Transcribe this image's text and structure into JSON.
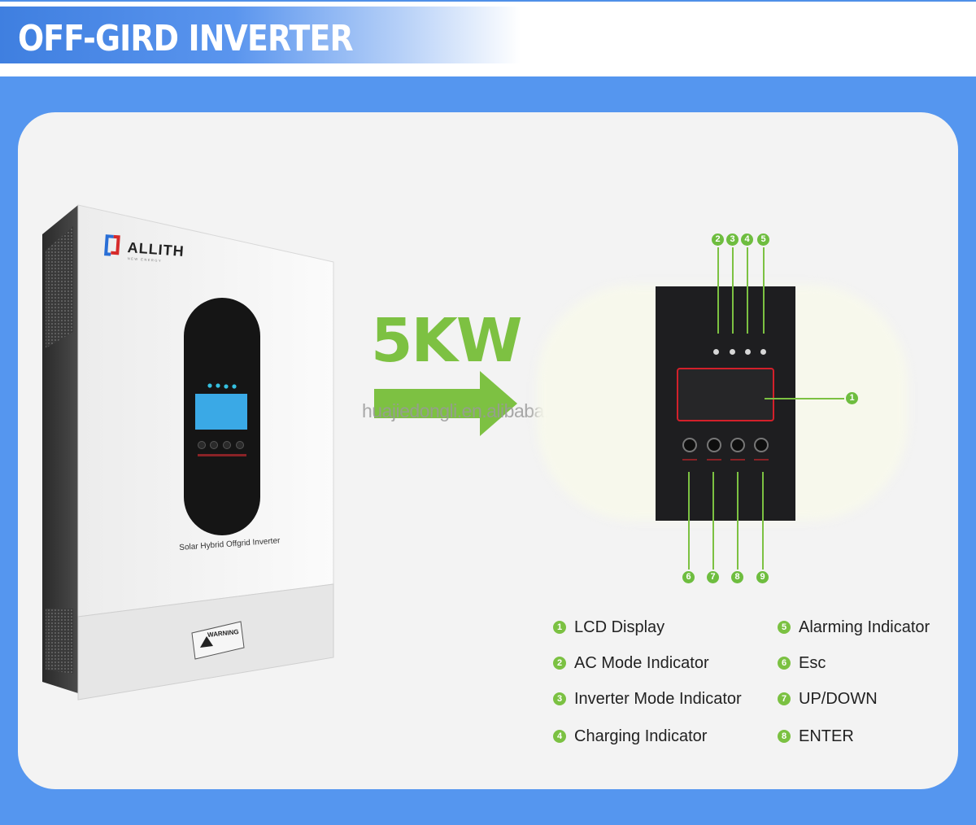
{
  "title": "OFF-GIRD INVERTER",
  "power_label": "5KW",
  "watermark": "huajiedongli.en.alibaba.com",
  "inverter": {
    "brand": "ALLITH",
    "brand_sub": "NEW ENERGY",
    "product_label": "Solar Hybrid Offgrid Inverter",
    "warning": "WARNING"
  },
  "callouts": {
    "top": [
      "2",
      "3",
      "4",
      "5"
    ],
    "right": "1",
    "bottom": [
      "6",
      "7",
      "8",
      "9"
    ]
  },
  "legend": {
    "left": [
      {
        "num": "1",
        "label": "LCD Display"
      },
      {
        "num": "2",
        "label": "AC Mode Indicator"
      },
      {
        "num": "3",
        "label": "Inverter Mode Indicator"
      },
      {
        "num": "4",
        "label": "Charging Indicator"
      }
    ],
    "right": [
      {
        "num": "5",
        "label": "Alarming Indicator"
      },
      {
        "num": "6",
        "label": "Esc"
      },
      {
        "num": "7",
        "label": "UP/DOWN"
      },
      {
        "num": "8",
        "label": "ENTER"
      }
    ]
  },
  "colors": {
    "accent_green": "#7dc142",
    "background_blue": "#5596ef",
    "lcd_border": "#d3202a"
  }
}
